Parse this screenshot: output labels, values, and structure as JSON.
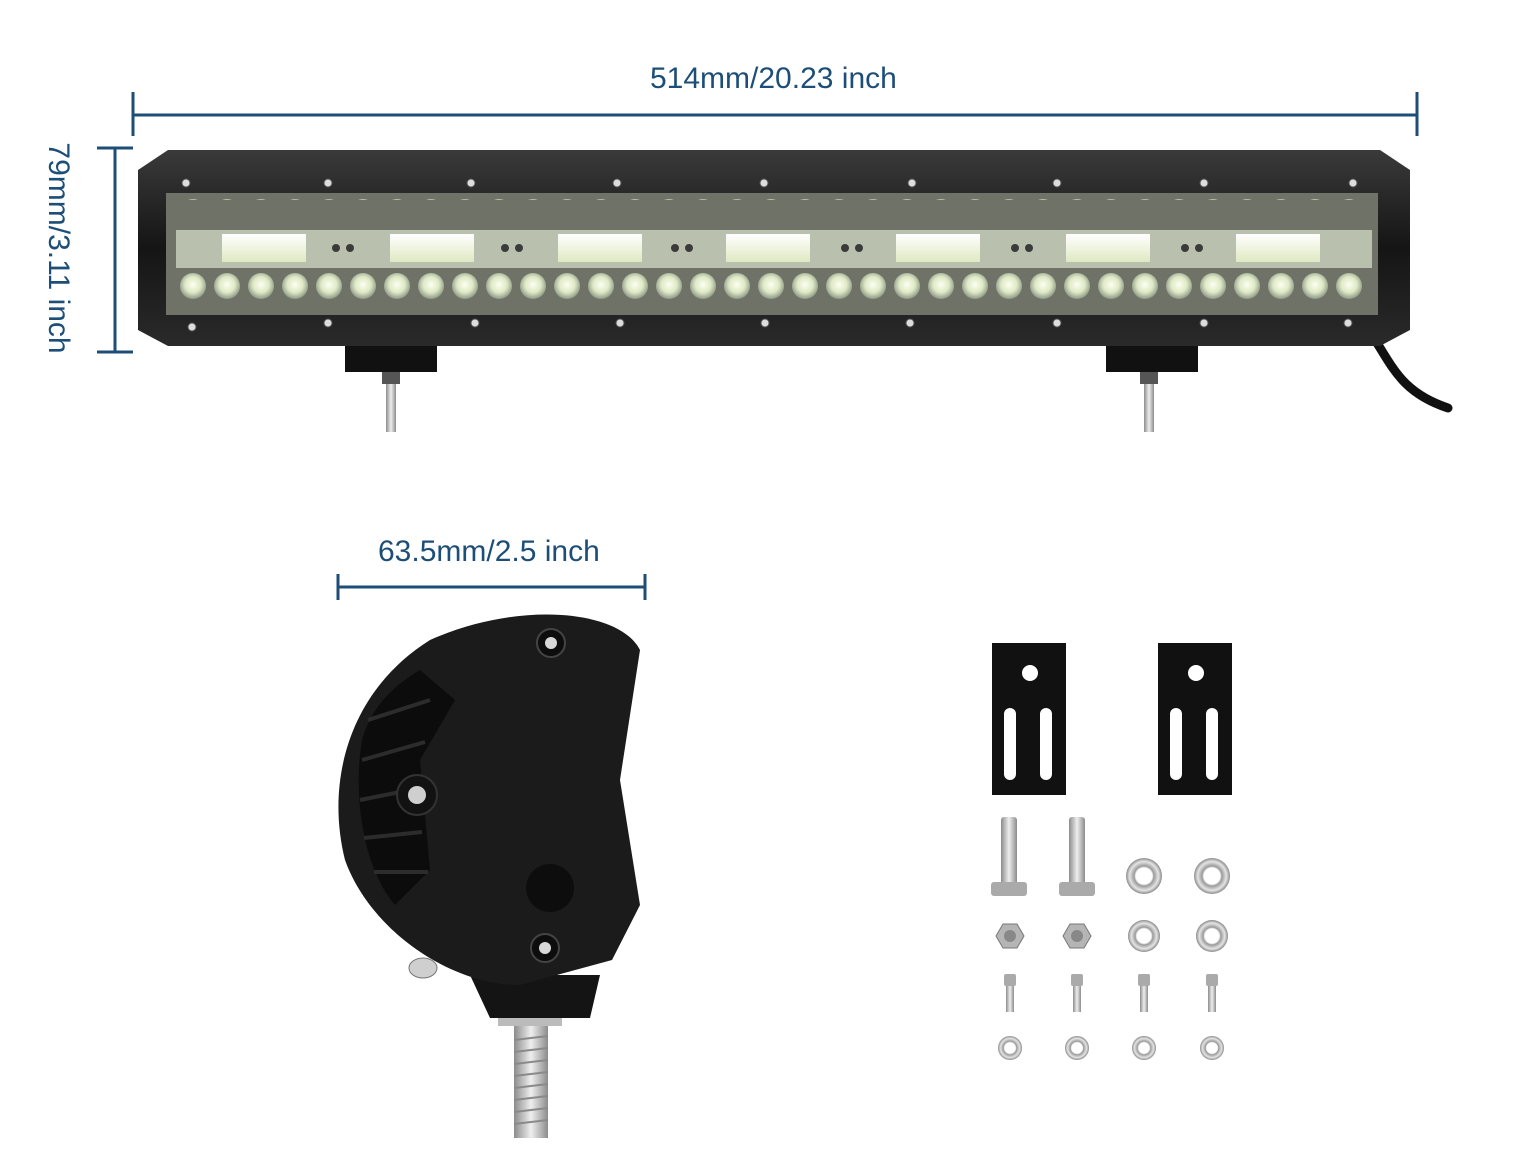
{
  "dimensions": {
    "width": "514mm/20.23 inch",
    "height": "79mm/3.11 inch",
    "side_width": "63.5mm/2.5 inch"
  },
  "colors": {
    "dimension_line": "#1d4e78",
    "housing": "#1a1a1a",
    "led_glow": "#f4fbe0",
    "background": "#ffffff"
  }
}
